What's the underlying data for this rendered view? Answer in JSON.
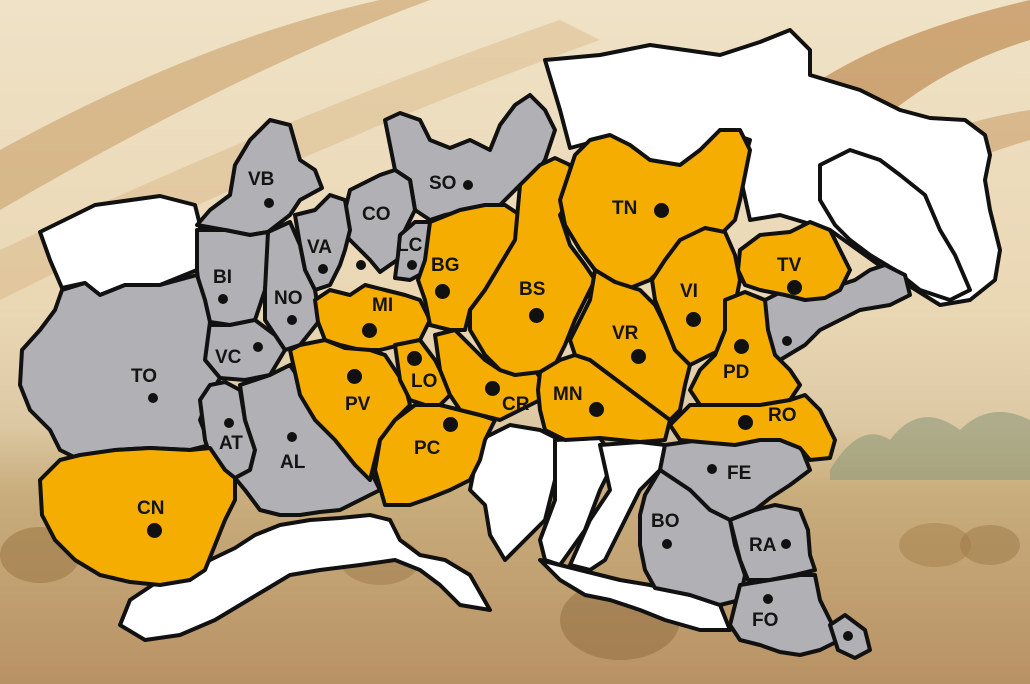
{
  "colors": {
    "highlighted": "#f4ad00",
    "other": "#b1b1b5",
    "blank": "#ffffff",
    "border": "#111111"
  },
  "provinces": [
    {
      "code": "VB",
      "status": "other"
    },
    {
      "code": "SO",
      "status": "other"
    },
    {
      "code": "CO",
      "status": "other"
    },
    {
      "code": "VA",
      "status": "other"
    },
    {
      "code": "LC",
      "status": "other"
    },
    {
      "code": "BI",
      "status": "other"
    },
    {
      "code": "NO",
      "status": "other"
    },
    {
      "code": "VC",
      "status": "other"
    },
    {
      "code": "TO",
      "status": "other"
    },
    {
      "code": "AT",
      "status": "other"
    },
    {
      "code": "AL",
      "status": "other"
    },
    {
      "code": "CN",
      "status": "highlighted"
    },
    {
      "code": "MI",
      "status": "highlighted"
    },
    {
      "code": "PV",
      "status": "highlighted"
    },
    {
      "code": "LO",
      "status": "highlighted"
    },
    {
      "code": "PC",
      "status": "highlighted"
    },
    {
      "code": "CR",
      "status": "highlighted"
    },
    {
      "code": "BG",
      "status": "highlighted"
    },
    {
      "code": "BS",
      "status": "highlighted"
    },
    {
      "code": "MN",
      "status": "highlighted"
    },
    {
      "code": "TN",
      "status": "highlighted"
    },
    {
      "code": "VR",
      "status": "highlighted"
    },
    {
      "code": "VI",
      "status": "highlighted"
    },
    {
      "code": "TV",
      "status": "highlighted"
    },
    {
      "code": "PD",
      "status": "highlighted"
    },
    {
      "code": "RO",
      "status": "highlighted"
    },
    {
      "code": "FE",
      "status": "other"
    },
    {
      "code": "BO",
      "status": "other"
    },
    {
      "code": "RA",
      "status": "other"
    },
    {
      "code": "FO",
      "status": "other"
    }
  ]
}
